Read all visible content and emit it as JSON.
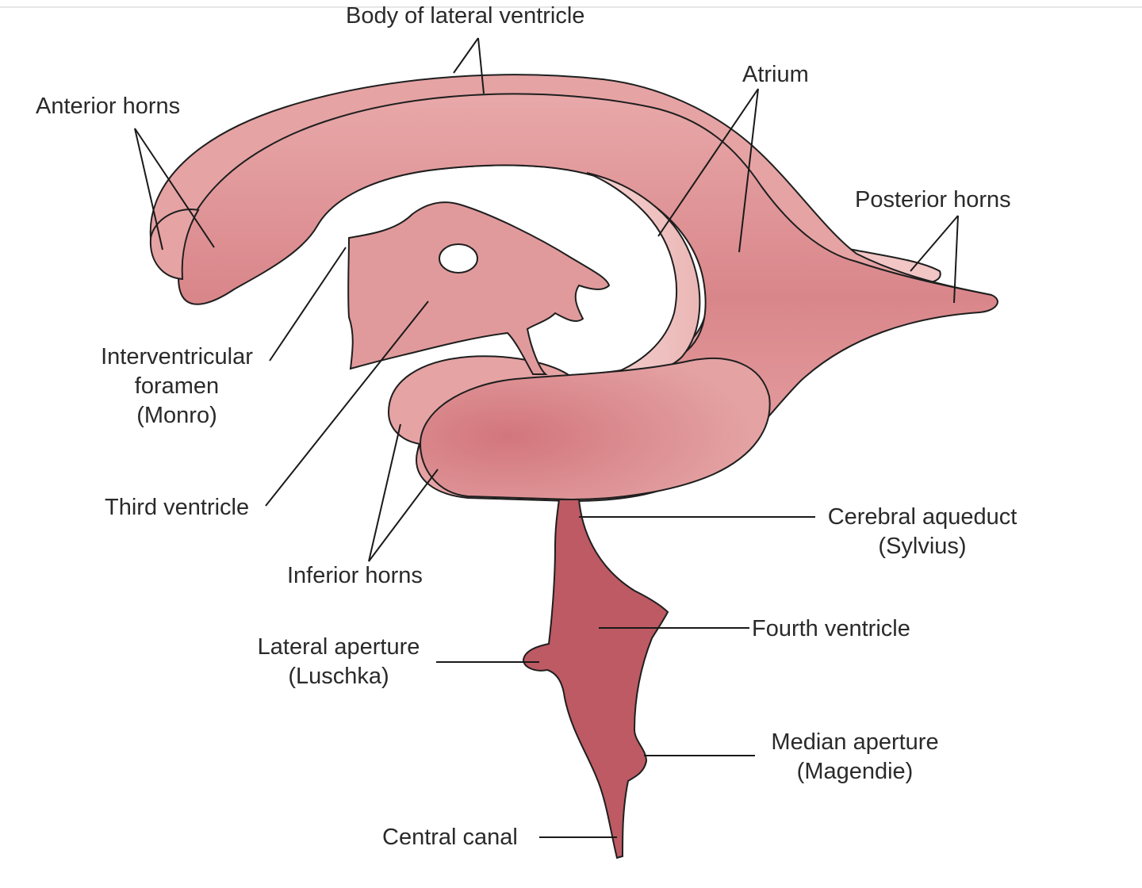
{
  "labels": {
    "body_of_lateral_ventricle": "Body of lateral ventricle",
    "anterior_horns": "Anterior horns",
    "atrium": "Atrium",
    "posterior_horns": "Posterior horns",
    "interventricular_foramen": [
      "Interventricular",
      "foramen",
      "(Monro)"
    ],
    "third_ventricle": "Third ventricle",
    "inferior_horns": "Inferior horns",
    "cerebral_aqueduct": [
      "Cerebral aqueduct",
      "(Sylvius)"
    ],
    "fourth_ventricle": "Fourth ventricle",
    "lateral_aperture": [
      "Lateral aperture",
      "(Luschka)"
    ],
    "median_aperture": [
      "Median aperture",
      "(Magendie)"
    ],
    "central_canal": "Central canal"
  },
  "colors": {
    "ventricle_fill": "#e19a9c",
    "ventricle_dark": "#d27a80",
    "ventricle_light": "#f2c4c3",
    "fourth_ventricle_fill": "#bd5a63",
    "outline": "#1f1f1f"
  }
}
